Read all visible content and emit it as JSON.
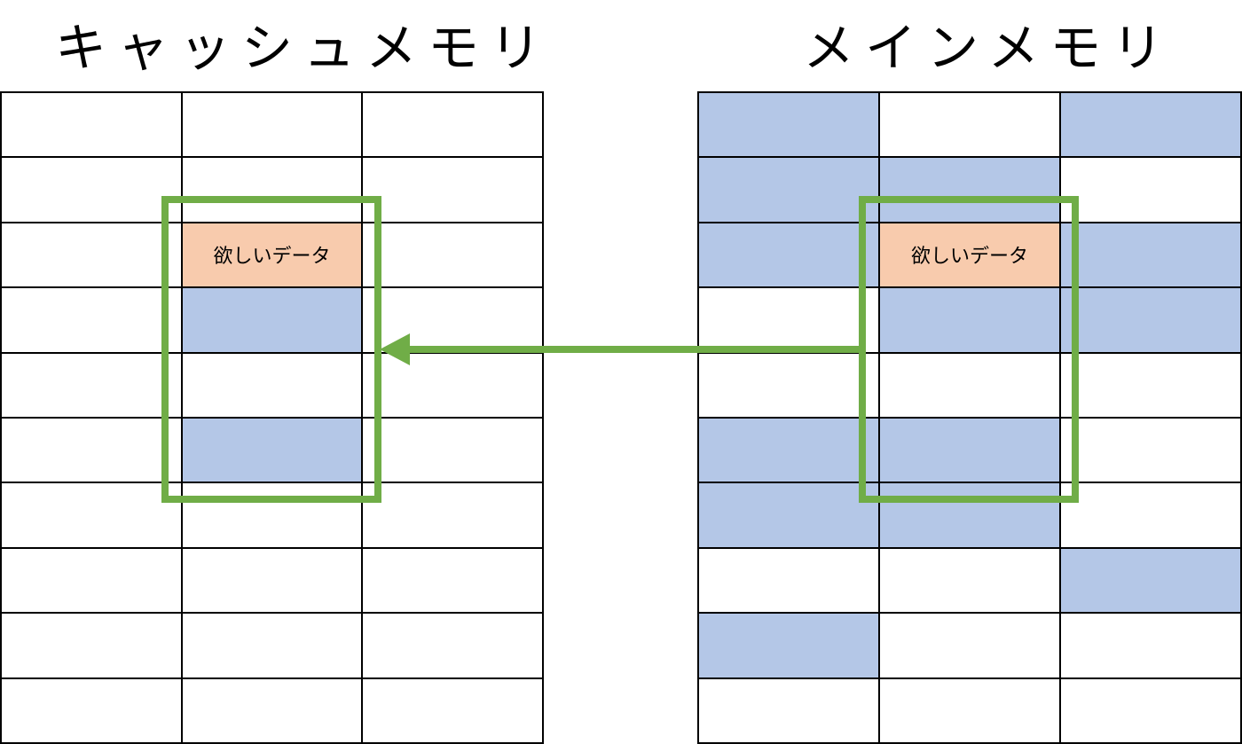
{
  "titles": {
    "cache": "キャッシュメモリ",
    "main": "メインメモリ"
  },
  "target_label": "欲しいデータ",
  "colors": {
    "filled": "#b4c7e7",
    "target": "#f8cbad",
    "highlight": "#70ad47",
    "empty": "#ffffff"
  },
  "cache_memory": {
    "columns": 3,
    "rows": [
      [
        0,
        0,
        0
      ],
      [
        0,
        0,
        0
      ],
      [
        0,
        2,
        0
      ],
      [
        0,
        1,
        0
      ],
      [
        0,
        0,
        0
      ],
      [
        0,
        1,
        0
      ],
      [
        0,
        0,
        0
      ],
      [
        0,
        0,
        0
      ],
      [
        0,
        0,
        0
      ],
      [
        0,
        0,
        0
      ]
    ]
  },
  "main_memory": {
    "columns": 3,
    "rows": [
      [
        1,
        0,
        1
      ],
      [
        1,
        1,
        0
      ],
      [
        1,
        2,
        1
      ],
      [
        0,
        1,
        1
      ],
      [
        0,
        0,
        0
      ],
      [
        1,
        1,
        0
      ],
      [
        1,
        1,
        0
      ],
      [
        0,
        0,
        1
      ],
      [
        1,
        0,
        0
      ],
      [
        0,
        0,
        0
      ]
    ]
  },
  "cell_legend": {
    "0": "empty",
    "1": "filled",
    "2": "target"
  }
}
